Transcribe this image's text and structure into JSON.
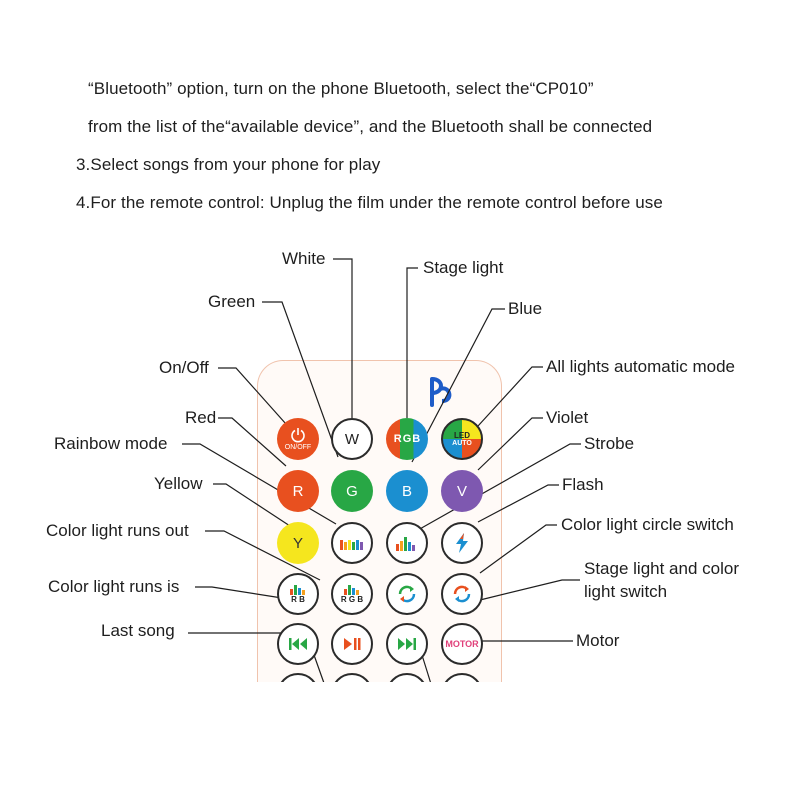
{
  "instructions": {
    "line1": "“Bluetooth” option, turn on the phone Bluetooth, select the“CP010”",
    "line2": "from the list of the“available device”, and the Bluetooth shall be connected",
    "line3": "3.Select songs from your phone for play",
    "line4": "4.For the remote control: Unplug the film under the remote control before use"
  },
  "labels": {
    "white": "White",
    "stage_light": "Stage light",
    "green": "Green",
    "blue": "Blue",
    "on_off": "On/Off",
    "all_auto": "All lights automatic mode",
    "red": "Red",
    "violet": "Violet",
    "rainbow": "Rainbow mode",
    "strobe": "Strobe",
    "yellow": "Yellow",
    "flash": "Flash",
    "runs_out": "Color light runs out",
    "circle_switch": "Color light circle switch",
    "runs_is": "Color light runs is",
    "stage_color_1": "Stage light and color",
    "stage_color_2": "light switch",
    "last_song": "Last song",
    "motor": "Motor"
  },
  "buttons": {
    "power_text": "ON/OFF",
    "white": "W",
    "rgb_r": "R",
    "rgb_g": "G",
    "rgb_b": "B",
    "auto_led": "LED",
    "auto_auto": "AUTO",
    "red": "R",
    "green": "G",
    "blue": "B",
    "violet": "V",
    "yellow": "Y",
    "runs_r": "R",
    "runs_g": "G",
    "runs_b": "B",
    "motor": "MOTOR"
  },
  "colors": {
    "red": "#e8501f",
    "green": "#28a745",
    "blue": "#1b8fd0",
    "violet": "#7e58b0",
    "yellow": "#f5e61e",
    "brand": "#1e5cc8",
    "motor": "#e0407a"
  },
  "icons": {
    "brand": "dp-logo-icon",
    "power": "power-icon",
    "prev": "previous-track-icon",
    "play": "play-pause-icon",
    "next": "next-track-icon",
    "flash": "lightning-icon",
    "cycle": "cycle-arrows-icon"
  }
}
